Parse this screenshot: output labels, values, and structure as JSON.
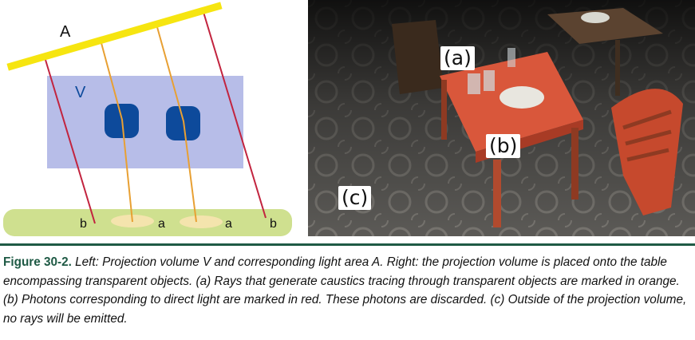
{
  "diagram": {
    "light_area_label": "A",
    "volume_label": "V",
    "ground_labels": [
      "b",
      "a",
      "a",
      "b"
    ],
    "colors": {
      "light_area": "#f6e510",
      "volume": "#b7bde8",
      "objects": "#0d4a9b",
      "ground": "#cfe08f",
      "spot": "#f4e4ad",
      "orange_ray": "#e8a033",
      "red_ray": "#c2243f"
    }
  },
  "photo": {
    "labels": [
      "(a)",
      "(b)",
      "(c)"
    ]
  },
  "caption": {
    "label": "Figure 30-2.",
    "text": "Left: Projection volume V and corresponding light area A. Right: the projection volume is placed onto the table encompassing transparent objects. (a) Rays that generate caustics tracing through transparent objects are marked in orange. (b) Photons corresponding to direct light are marked in red. These photons are discarded. (c) Outside of the projection volume, no rays will be emitted."
  }
}
